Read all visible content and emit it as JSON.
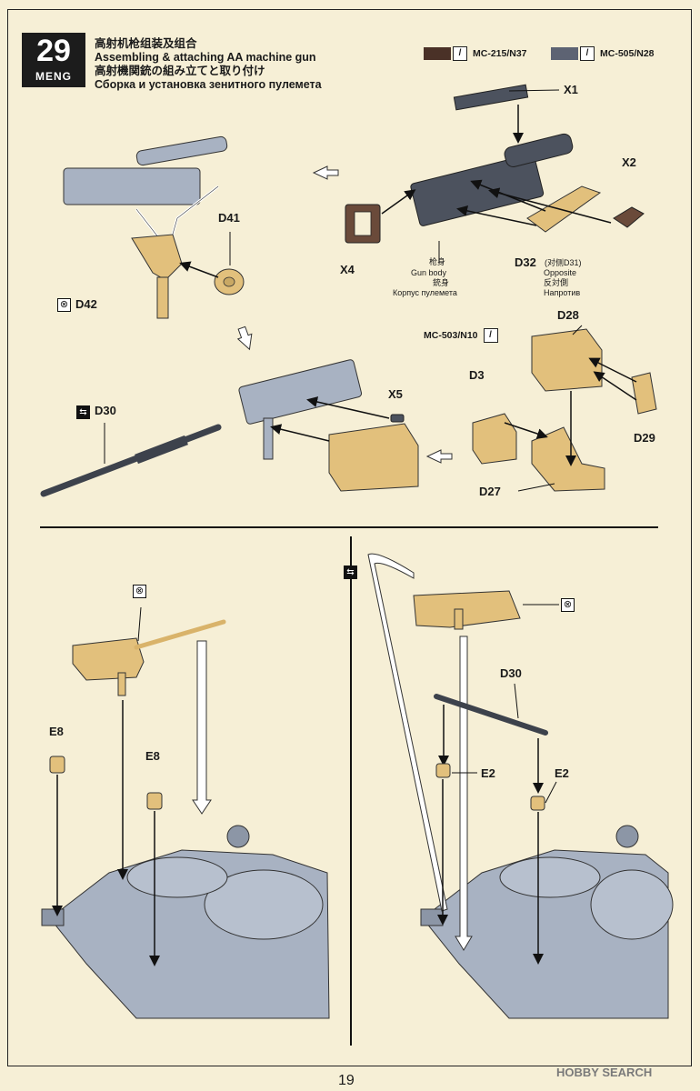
{
  "step": {
    "number": "29",
    "brand": "MENG"
  },
  "title": {
    "cn": "高射机枪组装及组合",
    "en": "Assembling & attaching AA machine gun",
    "jp": "高射機関銃の組み立てと取り付け",
    "ru": "Сборка и установка зенитного пулемета"
  },
  "paints": [
    {
      "code": "MC-215/N37",
      "color": "#4a3127"
    },
    {
      "code": "MC-505/N28",
      "color": "#5d6373"
    }
  ],
  "paint_mid": {
    "code": "MC-503/N10"
  },
  "parts": {
    "x1": "X1",
    "x2": "X2",
    "x4": "X4",
    "x5": "X5",
    "d41": "D41",
    "d42": "D42",
    "d32": "D32",
    "d32_note": "(对侧D31)",
    "d28": "D28",
    "d3": "D3",
    "d29": "D29",
    "d27": "D27",
    "d30": "D30",
    "d30_b": "D30",
    "e8_a": "E8",
    "e8_b": "E8",
    "e2_a": "E2",
    "e2_b": "E2"
  },
  "gun_body": {
    "cn": "枪身",
    "en": "Gun body",
    "jp": "銃身",
    "ru": "Корпус пулемета"
  },
  "opposite": {
    "en": "Opposite",
    "jp": "反対側",
    "ru": "Напротив"
  },
  "page": {
    "number": "19"
  },
  "watermark": "HOBBY SEARCH",
  "colors": {
    "paper": "#f6efd6",
    "gray_part": "#a8b2c2",
    "dark_part": "#4c525e",
    "tan_part": "#e2c07c",
    "ink": "#1a1a1a"
  }
}
